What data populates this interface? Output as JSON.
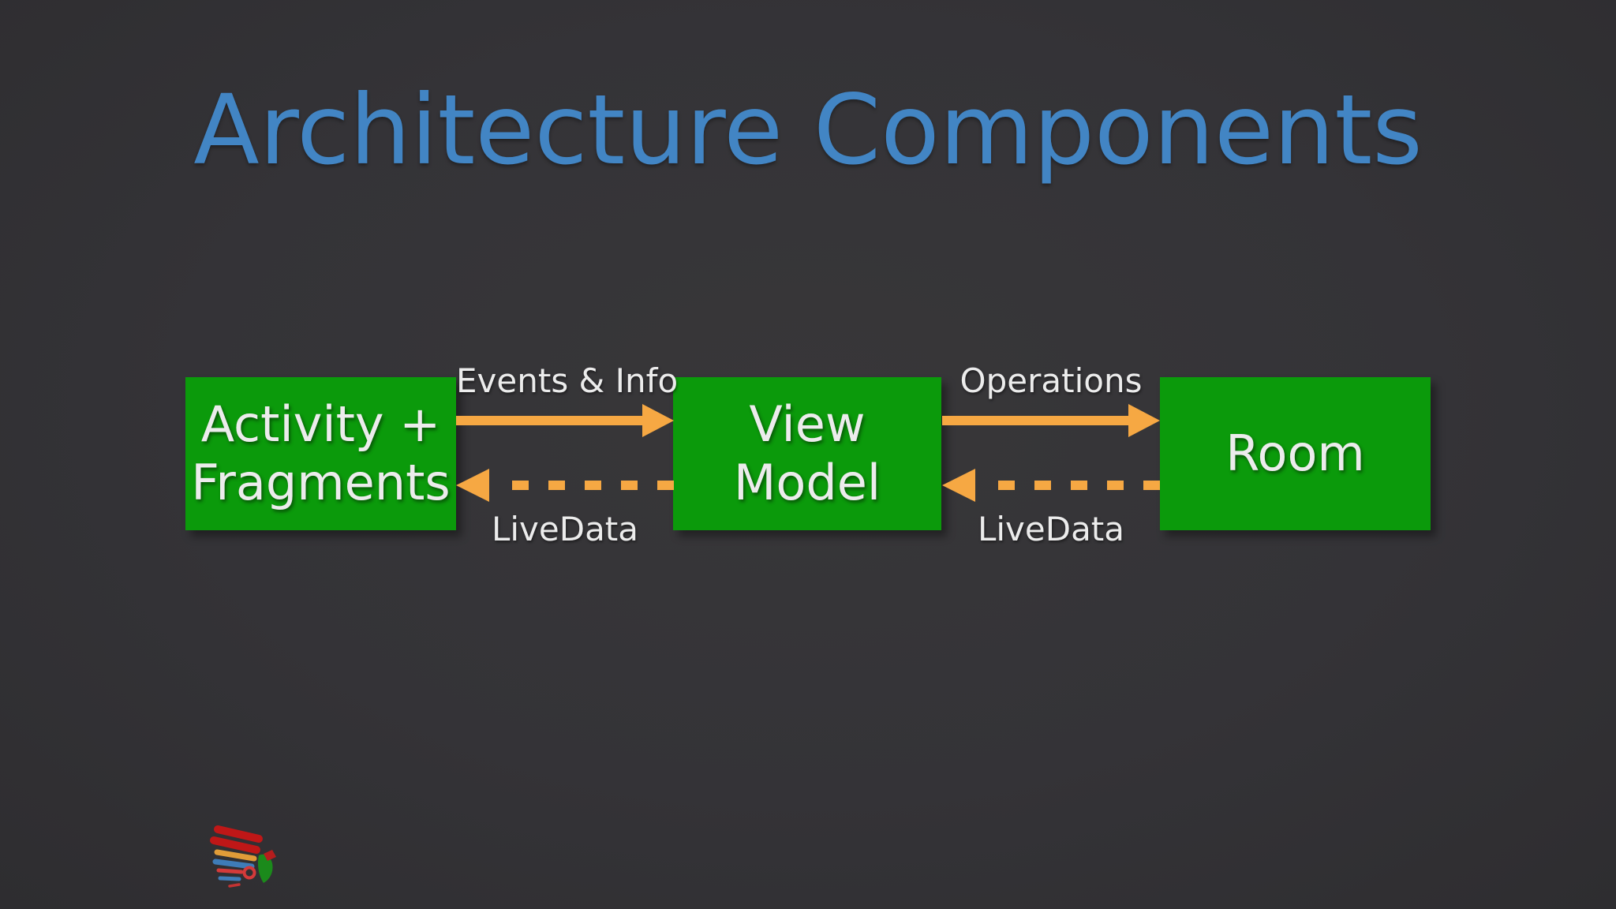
{
  "slide": {
    "title": "Architecture Components",
    "boxes": {
      "activity": {
        "lines": [
          "Activity +",
          "Fragments"
        ]
      },
      "view_model": {
        "lines": [
          "View",
          "Model"
        ]
      },
      "room": {
        "lines": [
          "Room"
        ]
      }
    },
    "arrows": [
      {
        "from": "Activity + Fragments",
        "to": "View Model",
        "label": "Events & Info",
        "style": "solid"
      },
      {
        "from": "View Model",
        "to": "Activity + Fragments",
        "label": "LiveData",
        "style": "dashed"
      },
      {
        "from": "View Model",
        "to": "Room",
        "label": "Operations",
        "style": "solid"
      },
      {
        "from": "Room",
        "to": "View Model",
        "label": "LiveData",
        "style": "dashed"
      }
    ],
    "colors": {
      "background": "#343337",
      "box_green": "#0b9a0b",
      "arrow_orange": "#f6a843",
      "title_blue": "#4285c4",
      "text_light": "#ececec"
    }
  }
}
